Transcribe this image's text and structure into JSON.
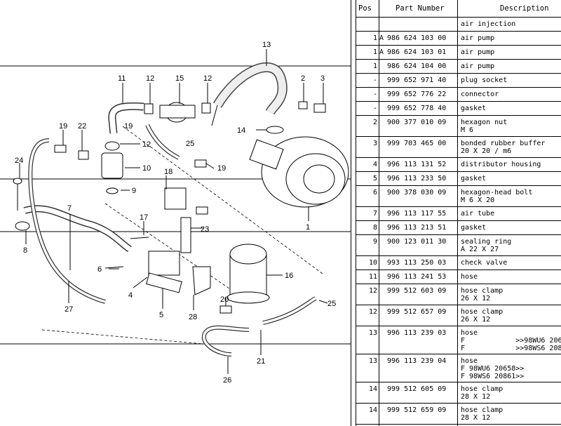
{
  "headers": {
    "pos": "Pos",
    "part_number": "Part Number",
    "description": "Description"
  },
  "rows": [
    {
      "pos": "",
      "flag": "",
      "pn": "",
      "desc": "air injection"
    },
    {
      "pos": "1",
      "flag": "A",
      "pn": "986 624 103 00",
      "desc": "air pump"
    },
    {
      "pos": "1",
      "flag": "A",
      "pn": "986 624 103 01",
      "desc": "air pump"
    },
    {
      "pos": "1",
      "flag": "",
      "pn": "986 624 104 00",
      "desc": "air pump"
    },
    {
      "pos": "-",
      "flag": "",
      "pn": "999 652 971 40",
      "desc": "plug socket"
    },
    {
      "pos": "-",
      "flag": "",
      "pn": "999 652 776 22",
      "desc": "connector"
    },
    {
      "pos": "-",
      "flag": "",
      "pn": "999 652 778 40",
      "desc": "gasket"
    },
    {
      "pos": "2",
      "flag": "",
      "pn": "900 377 010 09",
      "desc": "hexagon nut\nM 6"
    },
    {
      "pos": "3",
      "flag": "",
      "pn": "999 703 465 00",
      "desc": "bonded rubber buffer\n20 X 20 / m6"
    },
    {
      "pos": "4",
      "flag": "",
      "pn": "996 113 131 52",
      "desc": "distributor housing"
    },
    {
      "pos": "5",
      "flag": "",
      "pn": "996 113 233 50",
      "desc": "gasket"
    },
    {
      "pos": "6",
      "flag": "",
      "pn": "900 378 030 09",
      "desc": "hexagon-head bolt\nM 6 X 20"
    },
    {
      "pos": "7",
      "flag": "",
      "pn": "996 113 117 55",
      "desc": "air tube"
    },
    {
      "pos": "8",
      "flag": "",
      "pn": "996 113 213 51",
      "desc": "gasket"
    },
    {
      "pos": "9",
      "flag": "",
      "pn": "900 123 011 30",
      "desc": "sealing ring\nA 22 X 27"
    },
    {
      "pos": "10",
      "flag": "",
      "pn": "993 113 250 03",
      "desc": "check valve"
    },
    {
      "pos": "11",
      "flag": "",
      "pn": "996 113 241 53",
      "desc": "hose"
    },
    {
      "pos": "12",
      "flag": "",
      "pn": "999 512 603 09",
      "desc": "hose clamp\n26 X 12"
    },
    {
      "pos": "12",
      "flag": "",
      "pn": "999 512 657 09",
      "desc": "hose clamp\n26 X 12"
    },
    {
      "pos": "13",
      "flag": "",
      "pn": "996 113 239 03",
      "desc": "hose\nF            >>98WU6 206\nF            >>98WS6 208"
    },
    {
      "pos": "13",
      "flag": "",
      "pn": "996 113 239 04",
      "desc": "hose\nF 98WU6 20658>>\nF 98WS6 20861>>"
    },
    {
      "pos": "14",
      "flag": "",
      "pn": "999 512 605 09",
      "desc": "hose clamp\n28 X 12"
    },
    {
      "pos": "14",
      "flag": "",
      "pn": "999 512 659 09",
      "desc": "hose clamp\n28 X 12"
    }
  ],
  "labels": [
    "1",
    "2",
    "3",
    "4",
    "5",
    "6",
    "7",
    "8",
    "9",
    "10",
    "11",
    "12",
    "12",
    "12",
    "13",
    "14",
    "15",
    "16",
    "17",
    "18",
    "19",
    "19",
    "19",
    "20",
    "21",
    "22",
    "23",
    "24",
    "25",
    "25",
    "26",
    "27",
    "28"
  ]
}
